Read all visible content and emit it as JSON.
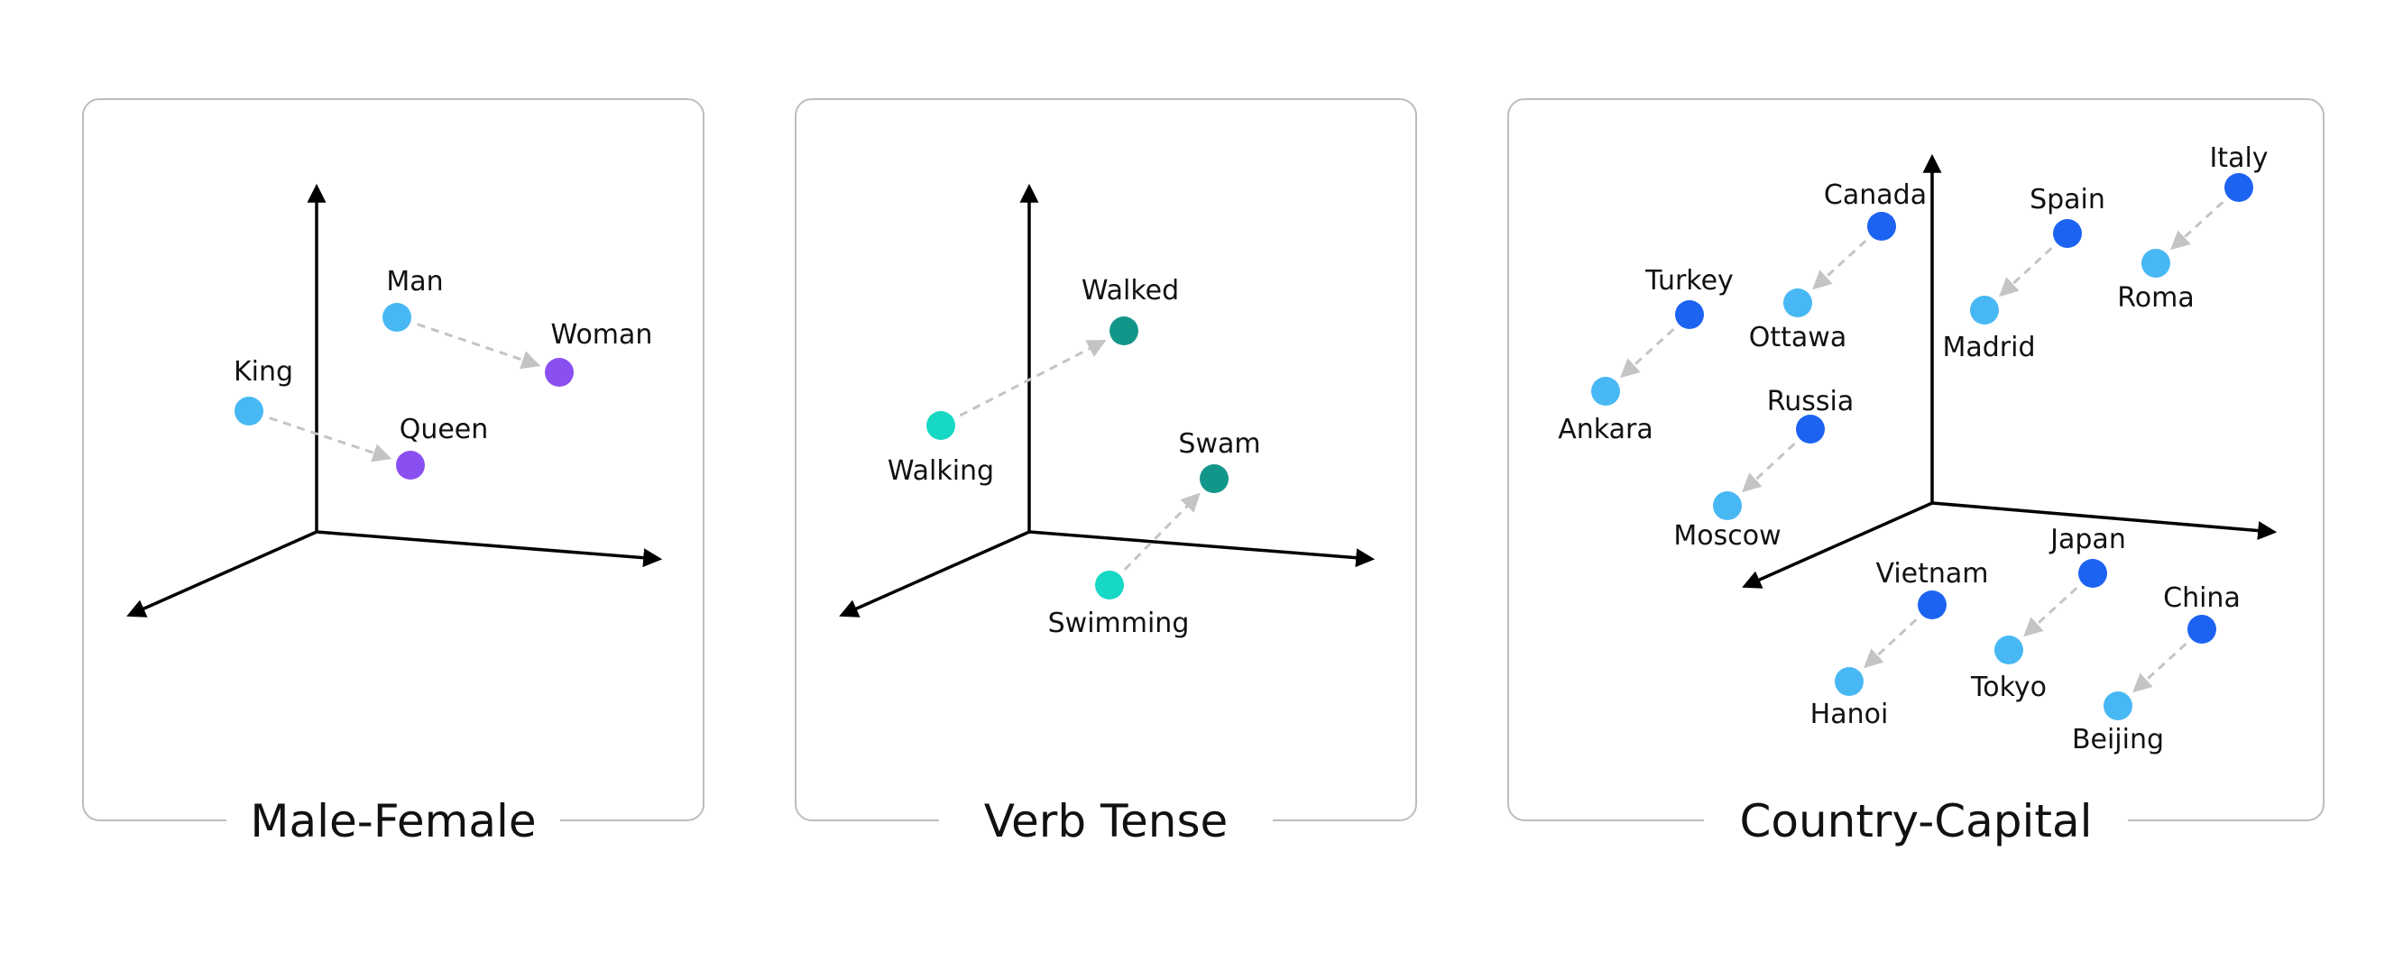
{
  "colors": {
    "frame": "#bdbdbd",
    "axis": "#000000",
    "relation_arrow": "#c4c4c4",
    "light_blue": "#48b8f4",
    "purple": "#8a4ff0",
    "cyan": "#16d8c4",
    "teal": "#13968a",
    "blue": "#1d63f2"
  },
  "panels": [
    {
      "title": "Male-Female",
      "points": [
        {
          "label": "Man",
          "color": "light_blue"
        },
        {
          "label": "Woman",
          "color": "purple"
        },
        {
          "label": "King",
          "color": "light_blue"
        },
        {
          "label": "Queen",
          "color": "purple"
        }
      ]
    },
    {
      "title": "Verb Tense",
      "points": [
        {
          "label": "Walked",
          "color": "teal"
        },
        {
          "label": "Walking",
          "color": "cyan"
        },
        {
          "label": "Swam",
          "color": "teal"
        },
        {
          "label": "Swimming",
          "color": "cyan"
        }
      ]
    },
    {
      "title": "Country-Capital",
      "points": [
        {
          "label": "Canada",
          "color": "blue"
        },
        {
          "label": "Ottawa",
          "color": "light_blue"
        },
        {
          "label": "Spain",
          "color": "blue"
        },
        {
          "label": "Madrid",
          "color": "light_blue"
        },
        {
          "label": "Italy",
          "color": "blue"
        },
        {
          "label": "Roma",
          "color": "light_blue"
        },
        {
          "label": "Turkey",
          "color": "blue"
        },
        {
          "label": "Ankara",
          "color": "light_blue"
        },
        {
          "label": "Russia",
          "color": "blue"
        },
        {
          "label": "Moscow",
          "color": "light_blue"
        },
        {
          "label": "Vietnam",
          "color": "blue"
        },
        {
          "label": "Hanoi",
          "color": "light_blue"
        },
        {
          "label": "Japan",
          "color": "blue"
        },
        {
          "label": "Tokyo",
          "color": "light_blue"
        },
        {
          "label": "China",
          "color": "blue"
        },
        {
          "label": "Beijing",
          "color": "light_blue"
        }
      ]
    }
  ]
}
